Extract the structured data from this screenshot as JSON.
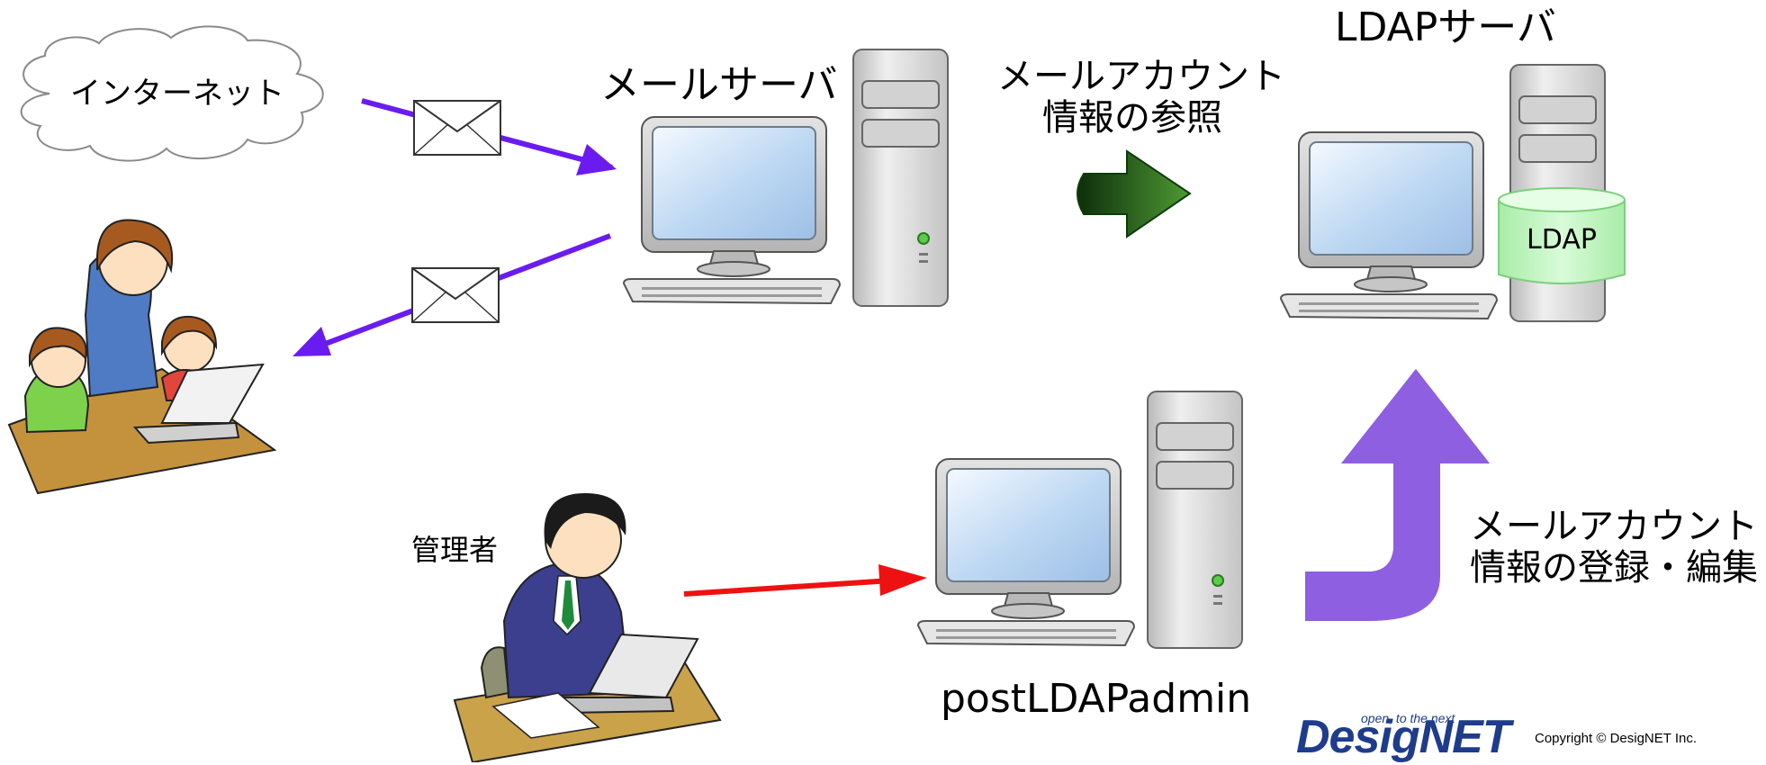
{
  "labels": {
    "internet": "インターネット",
    "mail_server": "メールサーバ",
    "ldap_server": "LDAPサーバ",
    "ldap_db": "LDAP",
    "refer_line1": "メールアカウント",
    "refer_line2": "情報の参照",
    "register_line1": "メールアカウント",
    "register_line2": "情報の登録・編集",
    "admin": "管理者",
    "postldapadmin": "postLDAPadmin"
  },
  "logo": {
    "tagline": "open, to the next",
    "word": "DesigNET",
    "copyright": "Copyright © DesigNET Inc."
  },
  "colors": {
    "mail_arrow": "#6a1cf0",
    "admin_arrow": "#ee1111",
    "refer_arrow": "#2e6b1f",
    "register_arrow": "#8e5fe0",
    "ldap_cylinder": "#c9f5c9"
  }
}
